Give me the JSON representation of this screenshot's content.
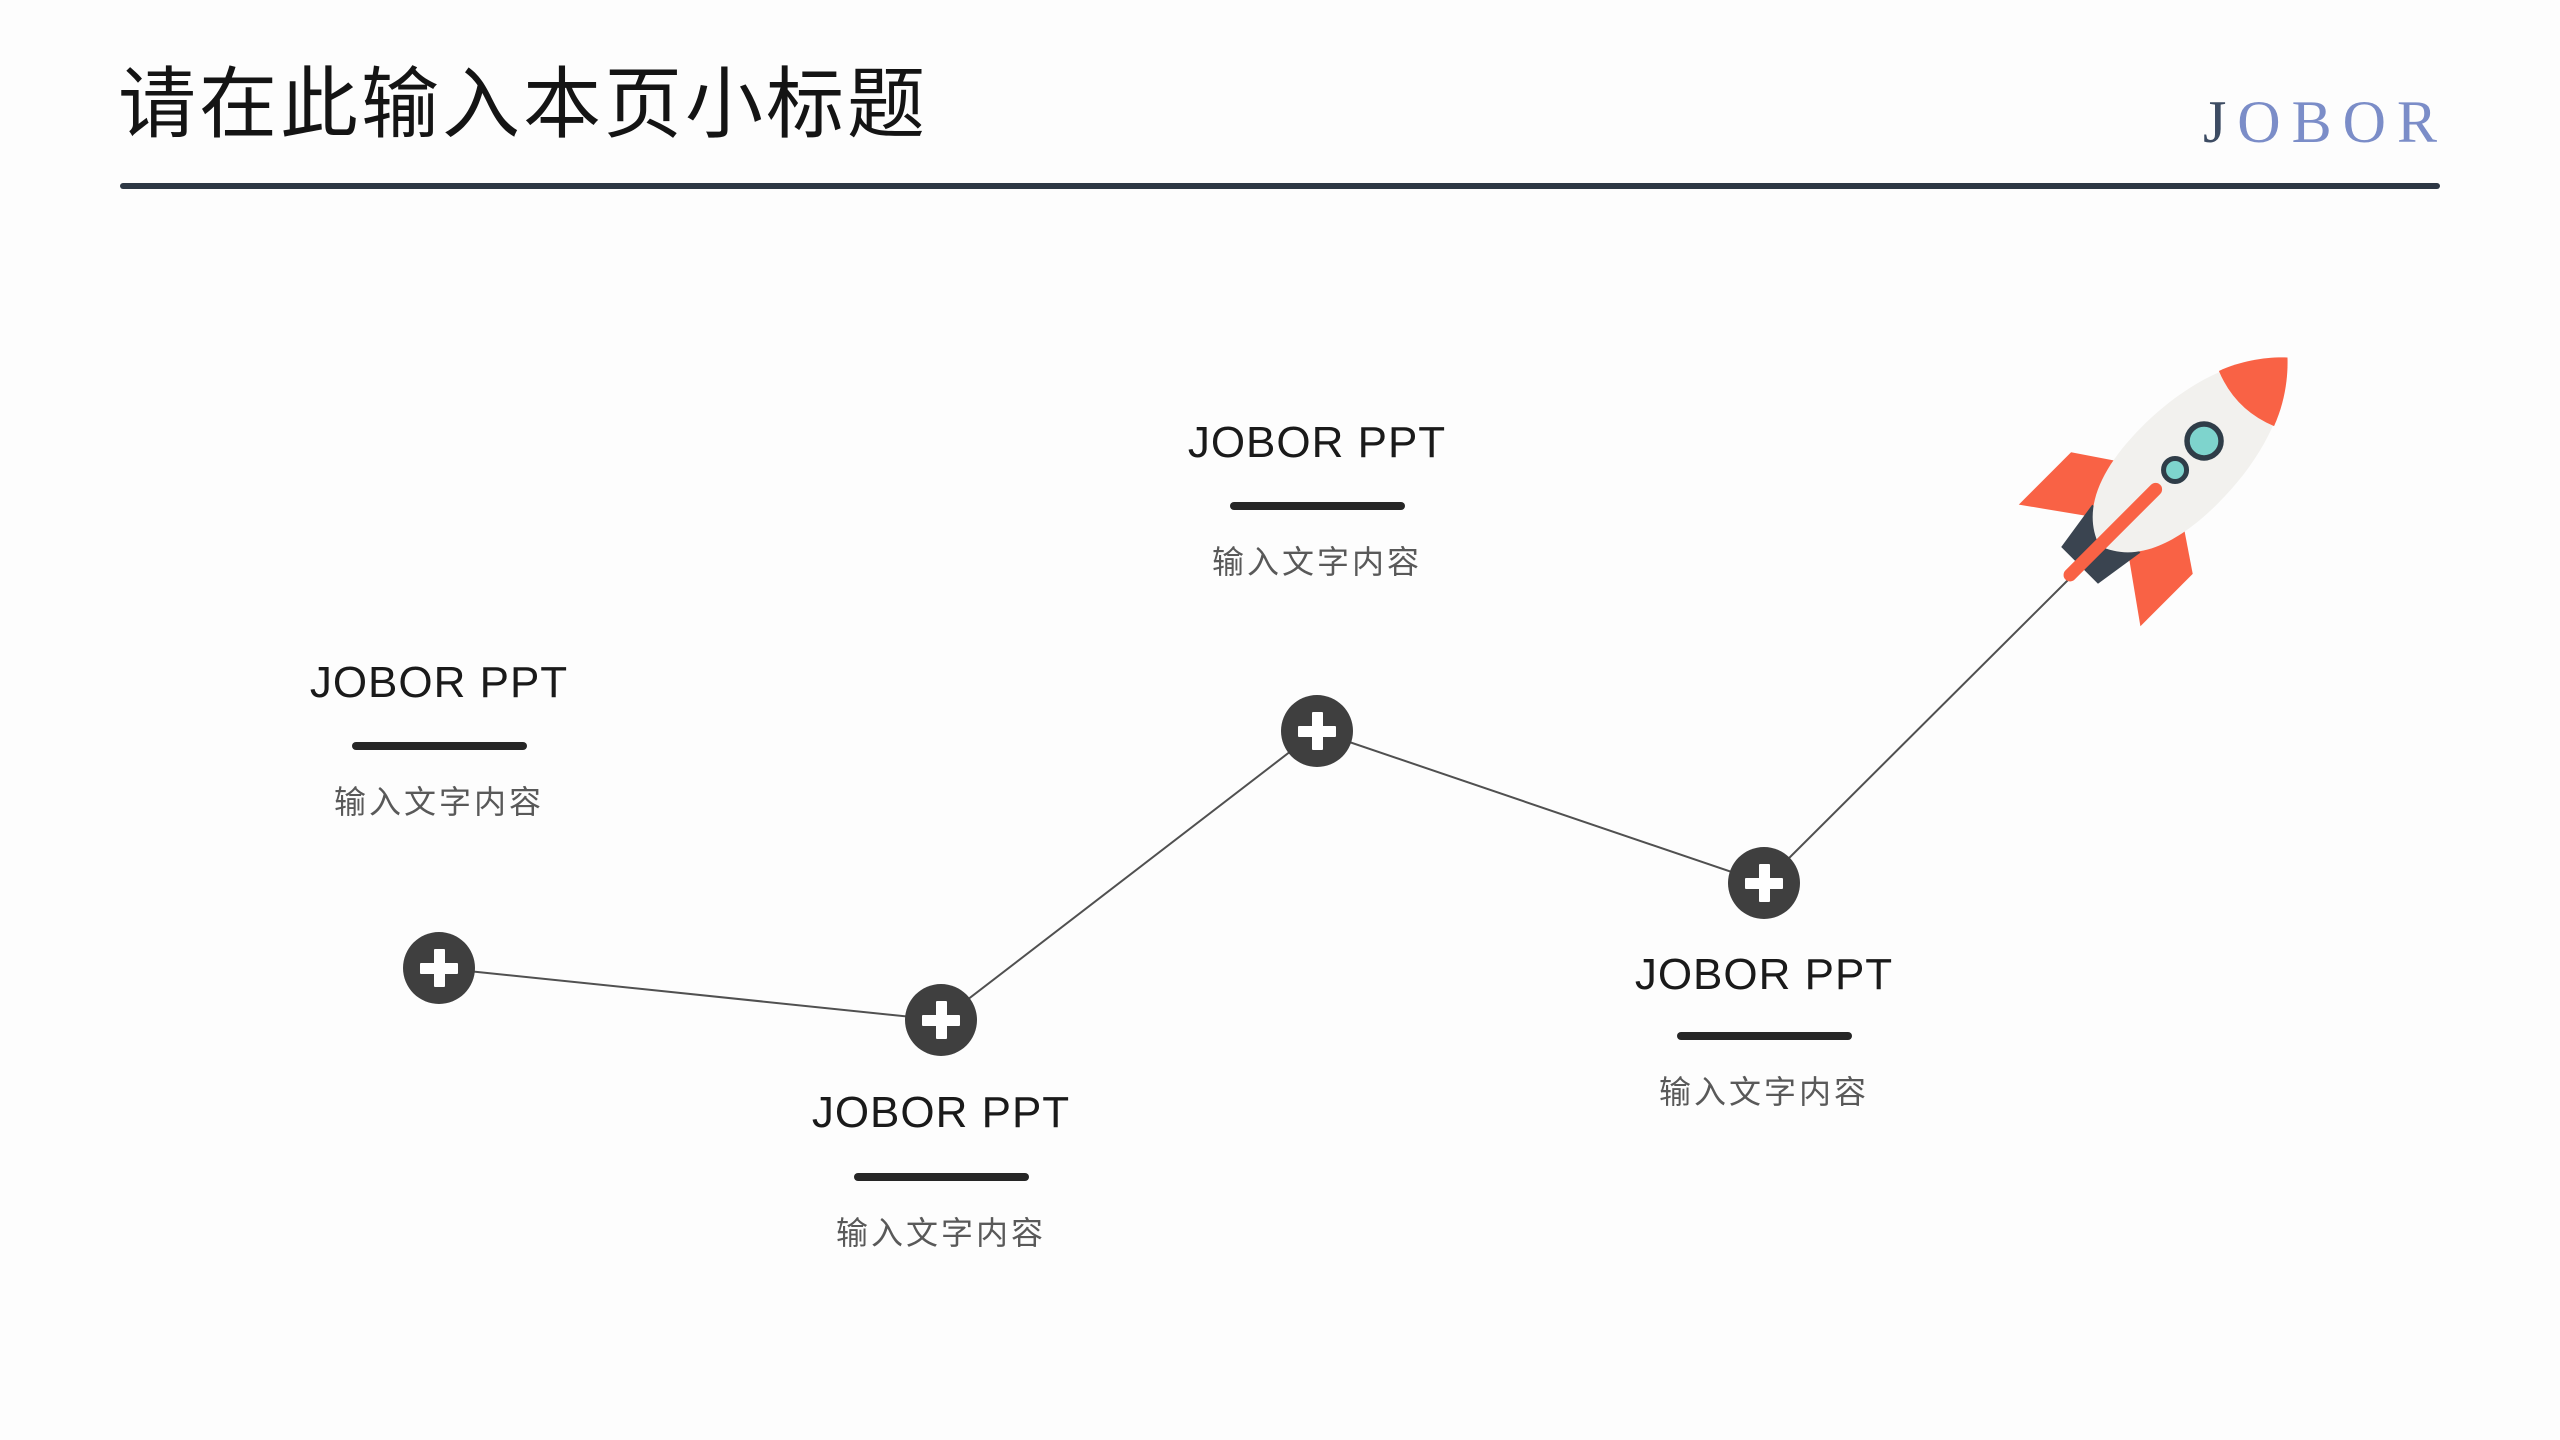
{
  "header": {
    "title": "请在此输入本页小标题",
    "logo_first": "J",
    "logo_rest": "OBOR"
  },
  "milestones": [
    {
      "title": "JOBOR PPT",
      "desc": "输入文字内容"
    },
    {
      "title": "JOBOR PPT",
      "desc": "输入文字内容"
    },
    {
      "title": "JOBOR PPT",
      "desc": "输入文字内容"
    },
    {
      "title": "JOBOR PPT",
      "desc": "输入文字内容"
    }
  ],
  "icons": {
    "node_plus": "+",
    "rocket": "rocket-illustration"
  },
  "colors": {
    "accent_orange": "#f96245",
    "node_gray": "#3f3f3f",
    "logo_blue": "#7b8dc8",
    "logo_dark_first_letter": "#3d4c63",
    "divider_dark": "#2d3744",
    "window_teal": "#7ed4cd",
    "nozzle_slate": "#3a4450",
    "underline_dark": "#262626",
    "desc_gray": "#595959",
    "connector_gray": "#505050",
    "rocket_body": "#f2f1ee"
  }
}
